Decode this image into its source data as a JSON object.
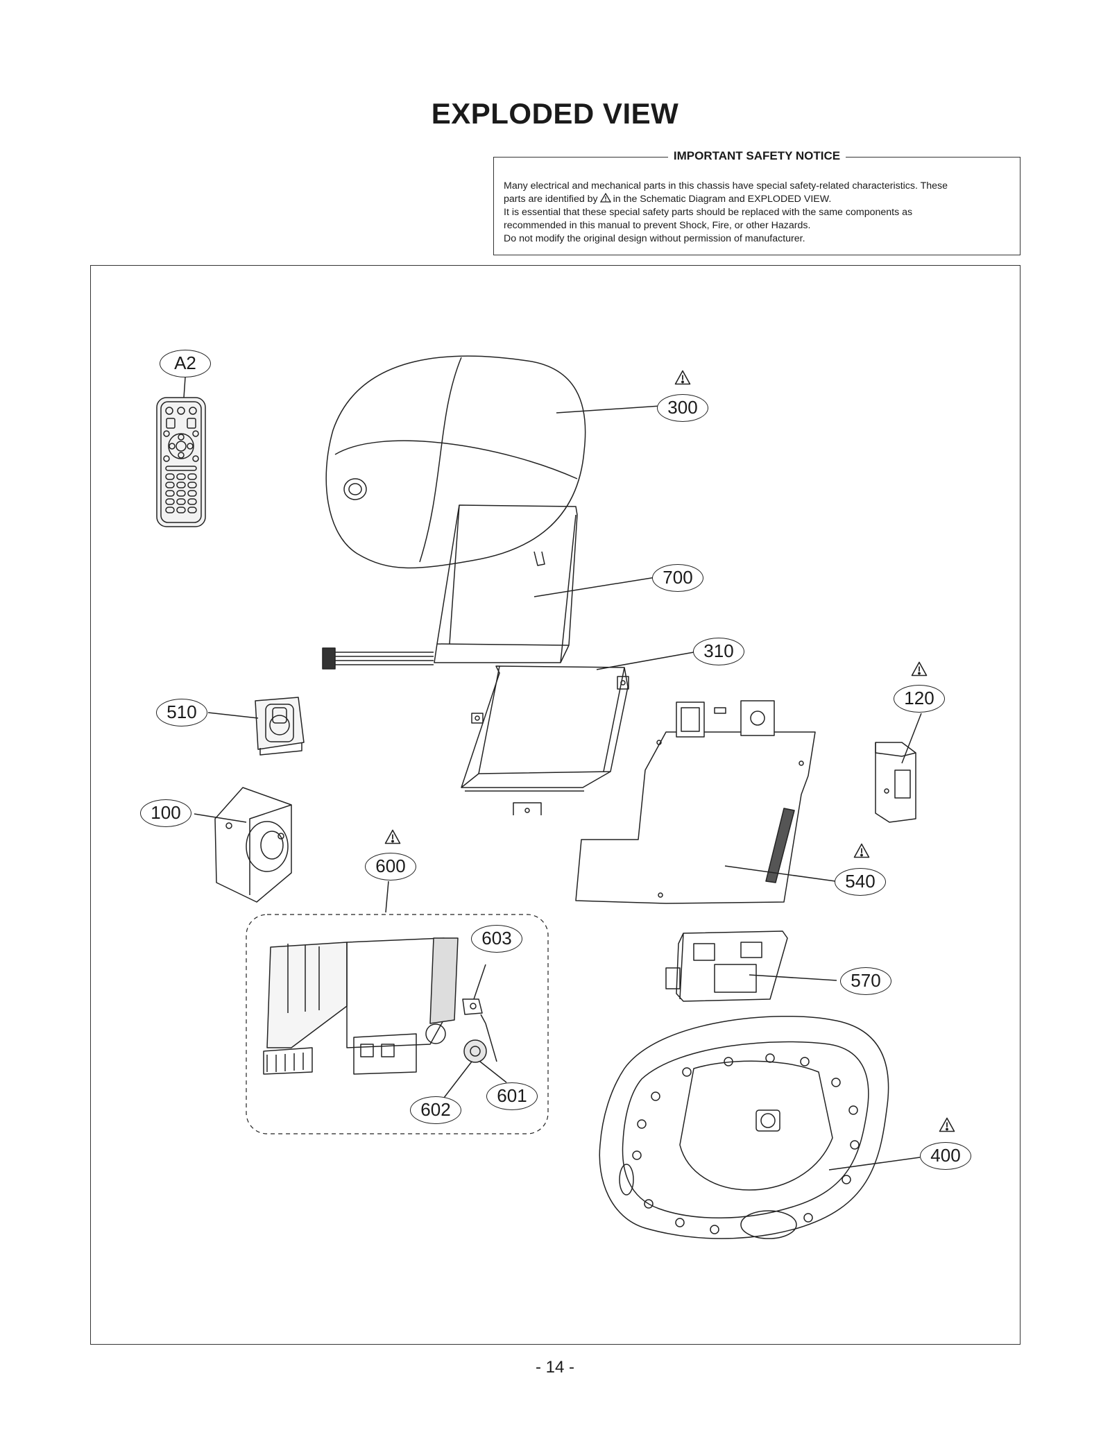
{
  "document": {
    "title": "EXPLODED VIEW",
    "page_number": "- 14 -"
  },
  "safety_notice": {
    "heading": "IMPORTANT SAFETY NOTICE",
    "line1": "Many electrical and mechanical parts in this chassis have special safety-related characteristics. These",
    "line2_before": "parts are identified by",
    "line2_after": "in the Schematic Diagram and EXPLODED VIEW.",
    "line3": "It is essential that these special safety parts should be replaced with the same components as",
    "line4": "recommended in this manual to prevent Shock, Fire, or other Hazards.",
    "line5": "Do not modify the original design without permission of manufacturer."
  },
  "parts": [
    {
      "id": "A2",
      "safety": false
    },
    {
      "id": "300",
      "safety": true
    },
    {
      "id": "700",
      "safety": false
    },
    {
      "id": "310",
      "safety": false
    },
    {
      "id": "120",
      "safety": true
    },
    {
      "id": "510",
      "safety": false
    },
    {
      "id": "100",
      "safety": false
    },
    {
      "id": "600",
      "safety": true
    },
    {
      "id": "540",
      "safety": true
    },
    {
      "id": "603",
      "safety": false
    },
    {
      "id": "570",
      "safety": false
    },
    {
      "id": "602",
      "safety": false
    },
    {
      "id": "601",
      "safety": false
    },
    {
      "id": "400",
      "safety": true
    }
  ]
}
